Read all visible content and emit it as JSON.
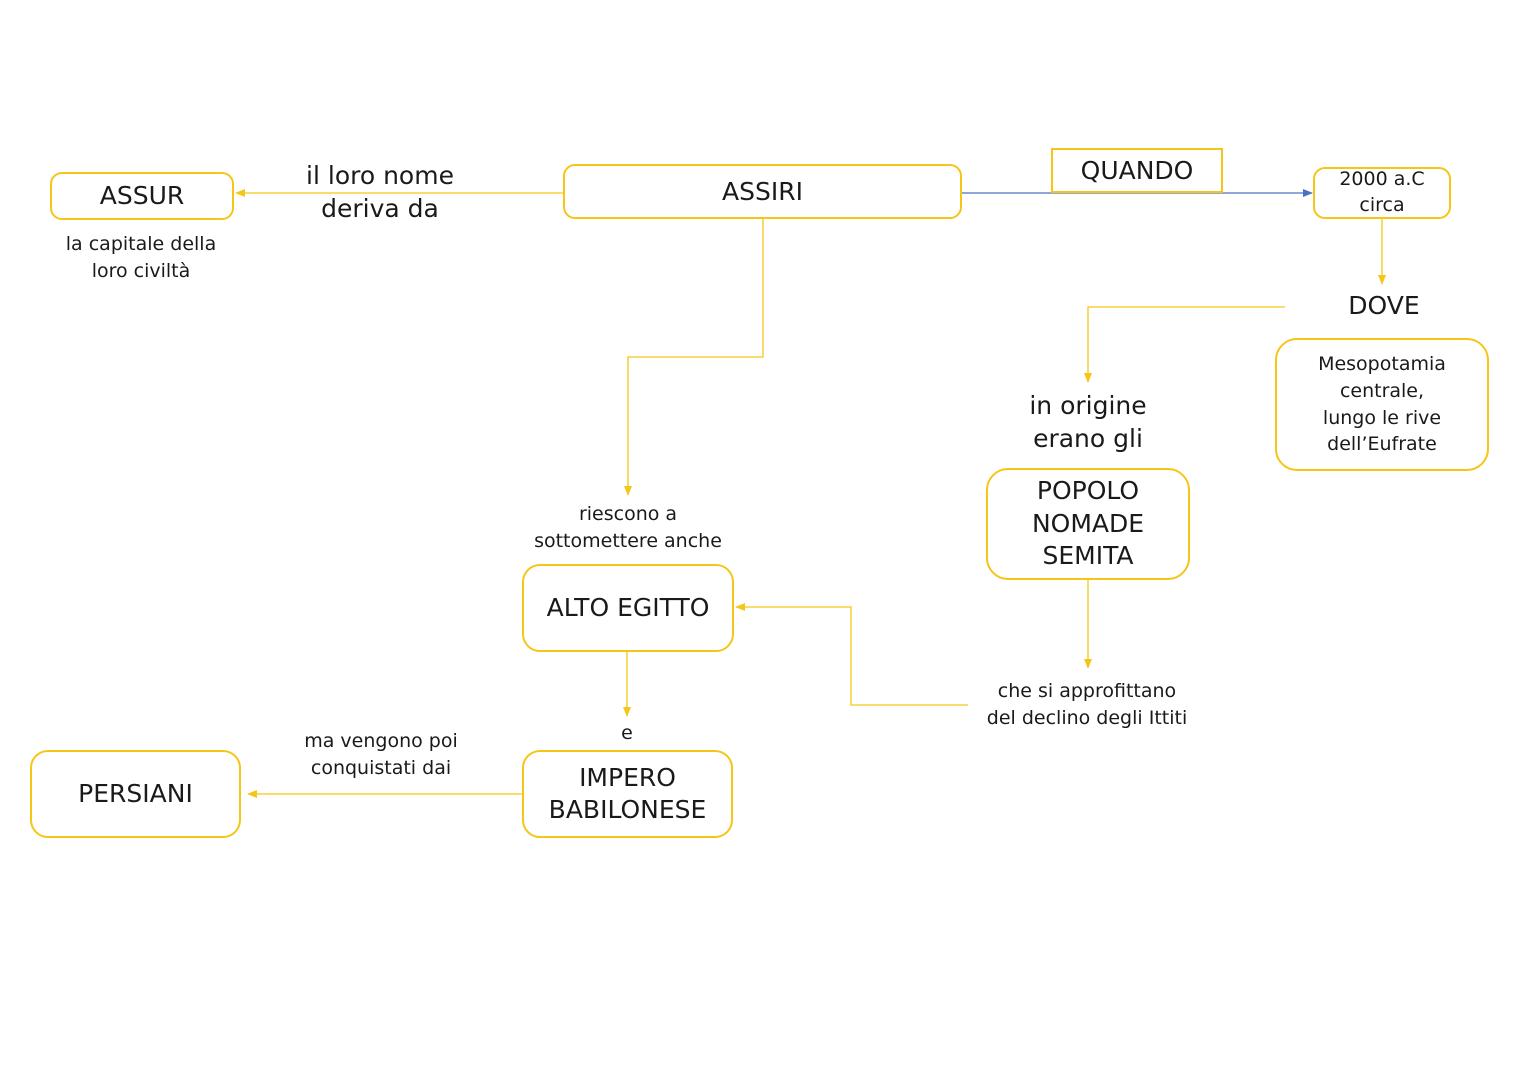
{
  "colors": {
    "node_border": "#f5c518",
    "arrow": "#f5c518",
    "arrow_when": "#4a72c4"
  },
  "nodes": {
    "assiri": "ASSIRI",
    "assur": "ASSUR",
    "quando": "QUANDO",
    "date": "2000 a.C\ncirca",
    "dove": "DOVE",
    "mesopotamia": "Mesopotamia\ncentrale,\nlungo le rive\ndell’Eufrate",
    "popolo": "POPOLO\nNOMADE\nSEMITA",
    "alto_egitto": "ALTO EGITTO",
    "impero": "IMPERO\nBABILONESE",
    "persiani": "PERSIANI"
  },
  "labels": {
    "nome": "il loro nome\nderiva da",
    "capitale": "la capitale della\nloro civiltà",
    "origine": "in origine\nerano gli",
    "riescono": "riescono a\nsottomettere anche",
    "approfittano": "che si approfittano\ndel declino degli Ittiti",
    "e": "e",
    "vengono": "ma vengono poi\nconquistati dai"
  }
}
